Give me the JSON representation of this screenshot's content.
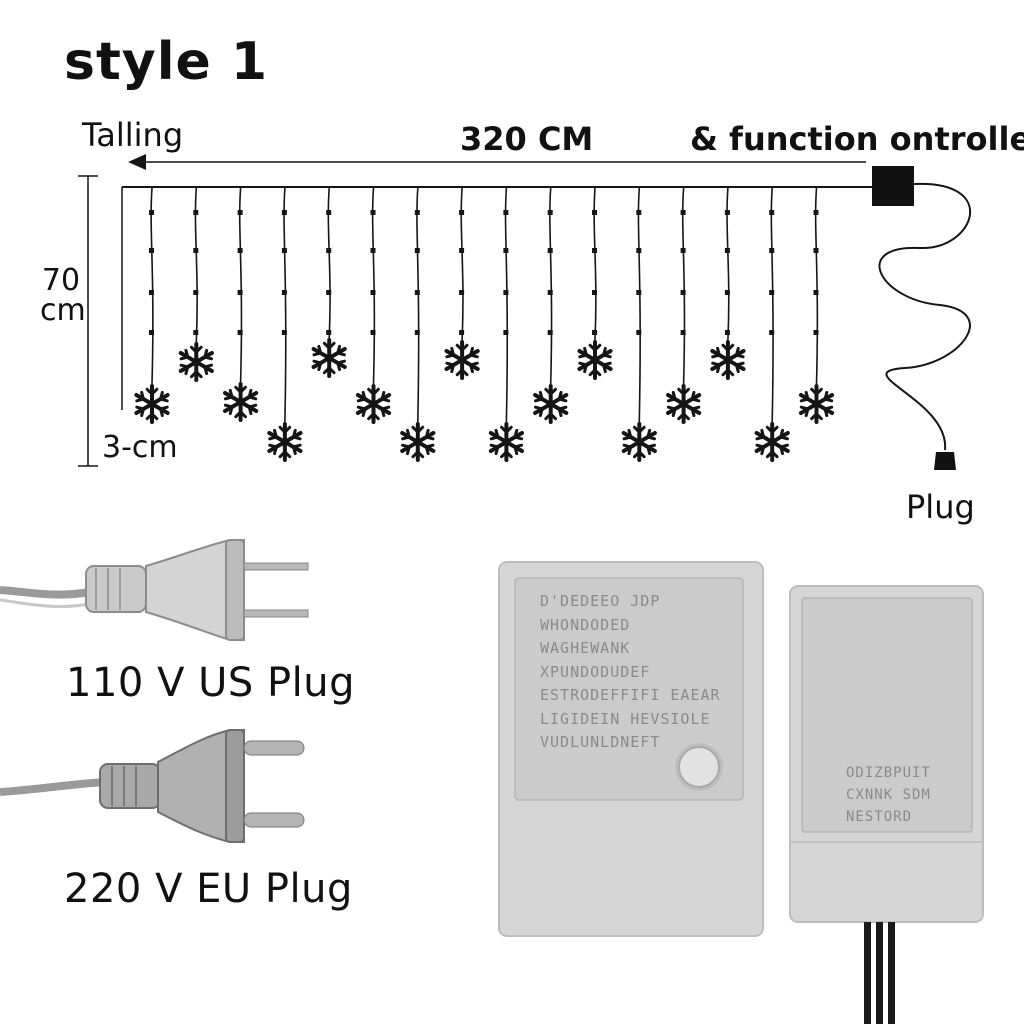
{
  "title": "style 1",
  "diagram": {
    "left_label": "Talling",
    "length_label": "320 CM",
    "controller_label": "& function ontroller",
    "height_label_line1": "70",
    "height_label_line2": "cm",
    "gap_label": "3-cm",
    "plug_label": "Plug",
    "snowflake_count": 16
  },
  "plugs": [
    {
      "label": "110 V US Plug"
    },
    {
      "label": "220 V EU Plug"
    }
  ],
  "controllers": {
    "large_lines": [
      "D'DEDEEO JDP",
      "WHONDODED",
      "WAGHEWANK",
      "XPUNDODUDEF",
      "ESTRODEFFIFI EAEAR",
      "LIGIDEIN HEVSIOLE",
      "VUDLUNLDNEFT"
    ],
    "small_lines": [
      "ODIZBPUIT",
      "CXNNK SDM",
      "NESTORD"
    ]
  },
  "colors": {
    "line": "#151515",
    "controller_body": "#d6d6d6",
    "controller_panel": "#cbcbcb",
    "plug_metal": "#b9b9b9"
  }
}
